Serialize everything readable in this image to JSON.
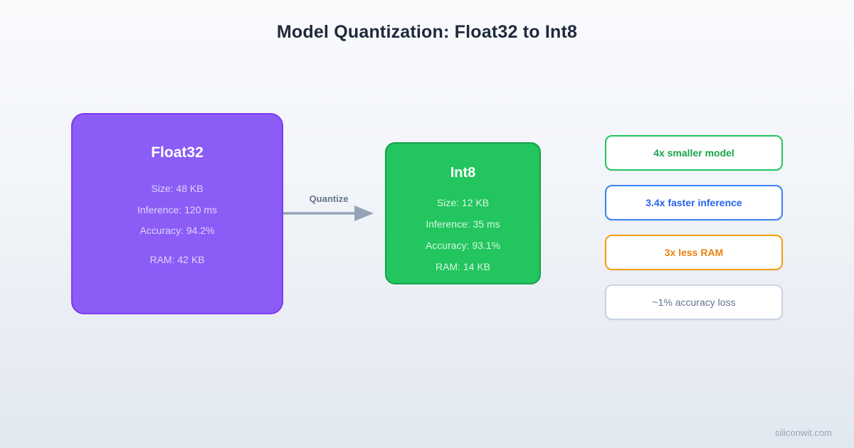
{
  "title": "Model Quantization: Float32 to Int8",
  "float32_box": {
    "title": "Float32",
    "stats": [
      "Size: 48 KB",
      "Inference: 120 ms",
      "Accuracy: 94.2%",
      "RAM: 42 KB"
    ],
    "fill_color": "#8b5cf6",
    "border_color": "#7c3aed"
  },
  "int8_box": {
    "title": "Int8",
    "stats": [
      "Size: 12 KB",
      "Inference: 35 ms",
      "Accuracy: 93.1%",
      "RAM: 14 KB"
    ],
    "fill_color": "#22c55e",
    "border_color": "#16a34a"
  },
  "arrow": {
    "label": "Quantize",
    "color": "#94a3b8"
  },
  "badges": [
    {
      "label": "4x smaller model",
      "text_color": "#16a34a",
      "border_color": "#22c55e"
    },
    {
      "label": "3.4x faster inference",
      "text_color": "#2563eb",
      "border_color": "#3b82f6"
    },
    {
      "label": "3x less RAM",
      "text_color": "#e8820c",
      "border_color": "#f59e0b"
    },
    {
      "label": "~1% accuracy loss",
      "text_color": "#64748b",
      "border_color": "#cbd5e1"
    }
  ],
  "watermark": "siliconwit.com",
  "background": {
    "top_color": "#f9fafc",
    "bottom_color": "#e2e8f0"
  }
}
